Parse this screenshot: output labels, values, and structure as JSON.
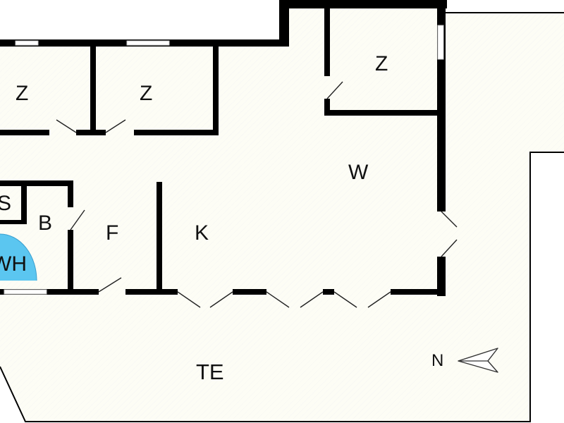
{
  "plan": {
    "rooms": [
      {
        "id": "z1",
        "label": "Z"
      },
      {
        "id": "z2",
        "label": "Z"
      },
      {
        "id": "z3",
        "label": "Z"
      },
      {
        "id": "w",
        "label": "W"
      },
      {
        "id": "k",
        "label": "K"
      },
      {
        "id": "f",
        "label": "F"
      },
      {
        "id": "b",
        "label": "B"
      },
      {
        "id": "s",
        "label": "S"
      },
      {
        "id": "wh",
        "label": "WH"
      },
      {
        "id": "te",
        "label": "TE"
      }
    ],
    "north_label": "N",
    "colors": {
      "walls": "#000000",
      "floor": "#fdfdf5",
      "terrace": "#fdfdf5",
      "whirlpool": "#5bc6f0",
      "background": "#ffffff"
    }
  }
}
